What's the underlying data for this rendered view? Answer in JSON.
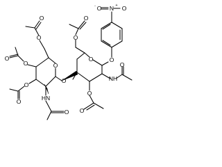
{
  "structure": {
    "atom_labels": {
      "o_symbol": "O",
      "n_symbol": "N",
      "nh_symbol": "NH",
      "hn_symbol": "HN"
    },
    "charges": {
      "positive": "+",
      "negative": "-"
    }
  }
}
